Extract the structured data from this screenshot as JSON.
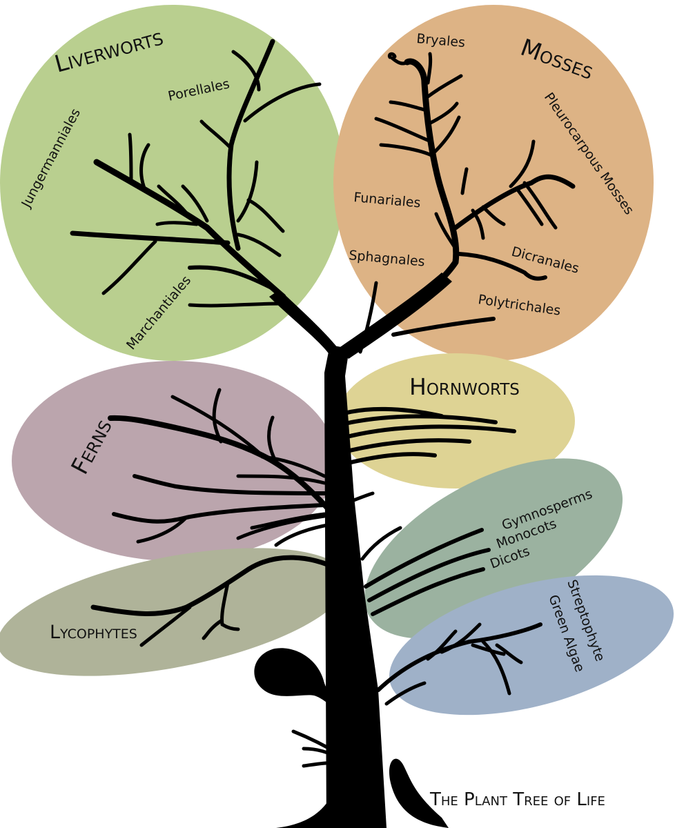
{
  "title": "The Plant Tree of Life",
  "groups": {
    "liverworts": {
      "name": "Liverworts",
      "color": "#b9cf8f"
    },
    "mosses": {
      "name": "Mosses",
      "color": "#ddb385"
    },
    "hornworts": {
      "name": "Hornworts",
      "color": "#ded394"
    },
    "ferns": {
      "name": "Ferns",
      "color": "#bba5ad"
    },
    "lycophytes": {
      "name": "Lycophytes",
      "color": "#afb399"
    },
    "seed_plants": {
      "color": "#9bb2a0"
    },
    "green_algae": {
      "color": "#9fb1c8"
    }
  },
  "labels": {
    "porellales": "Porellales",
    "jungermanniales": "Jungermanniales",
    "marchantiales": "Marchantiales",
    "bryales": "Bryales",
    "pleurocarpous": "Pleurocarpous Mosses",
    "funariales": "Funariales",
    "sphagnales": "Sphagnales",
    "dicranales": "Dicranales",
    "polytrichales": "Polytrichales",
    "gymnosperms": "Gymnosperms",
    "monocots": "Monocots",
    "dicots": "Dicots",
    "streptophyte": "Streptophyte",
    "green_algae": "Green Algae"
  }
}
